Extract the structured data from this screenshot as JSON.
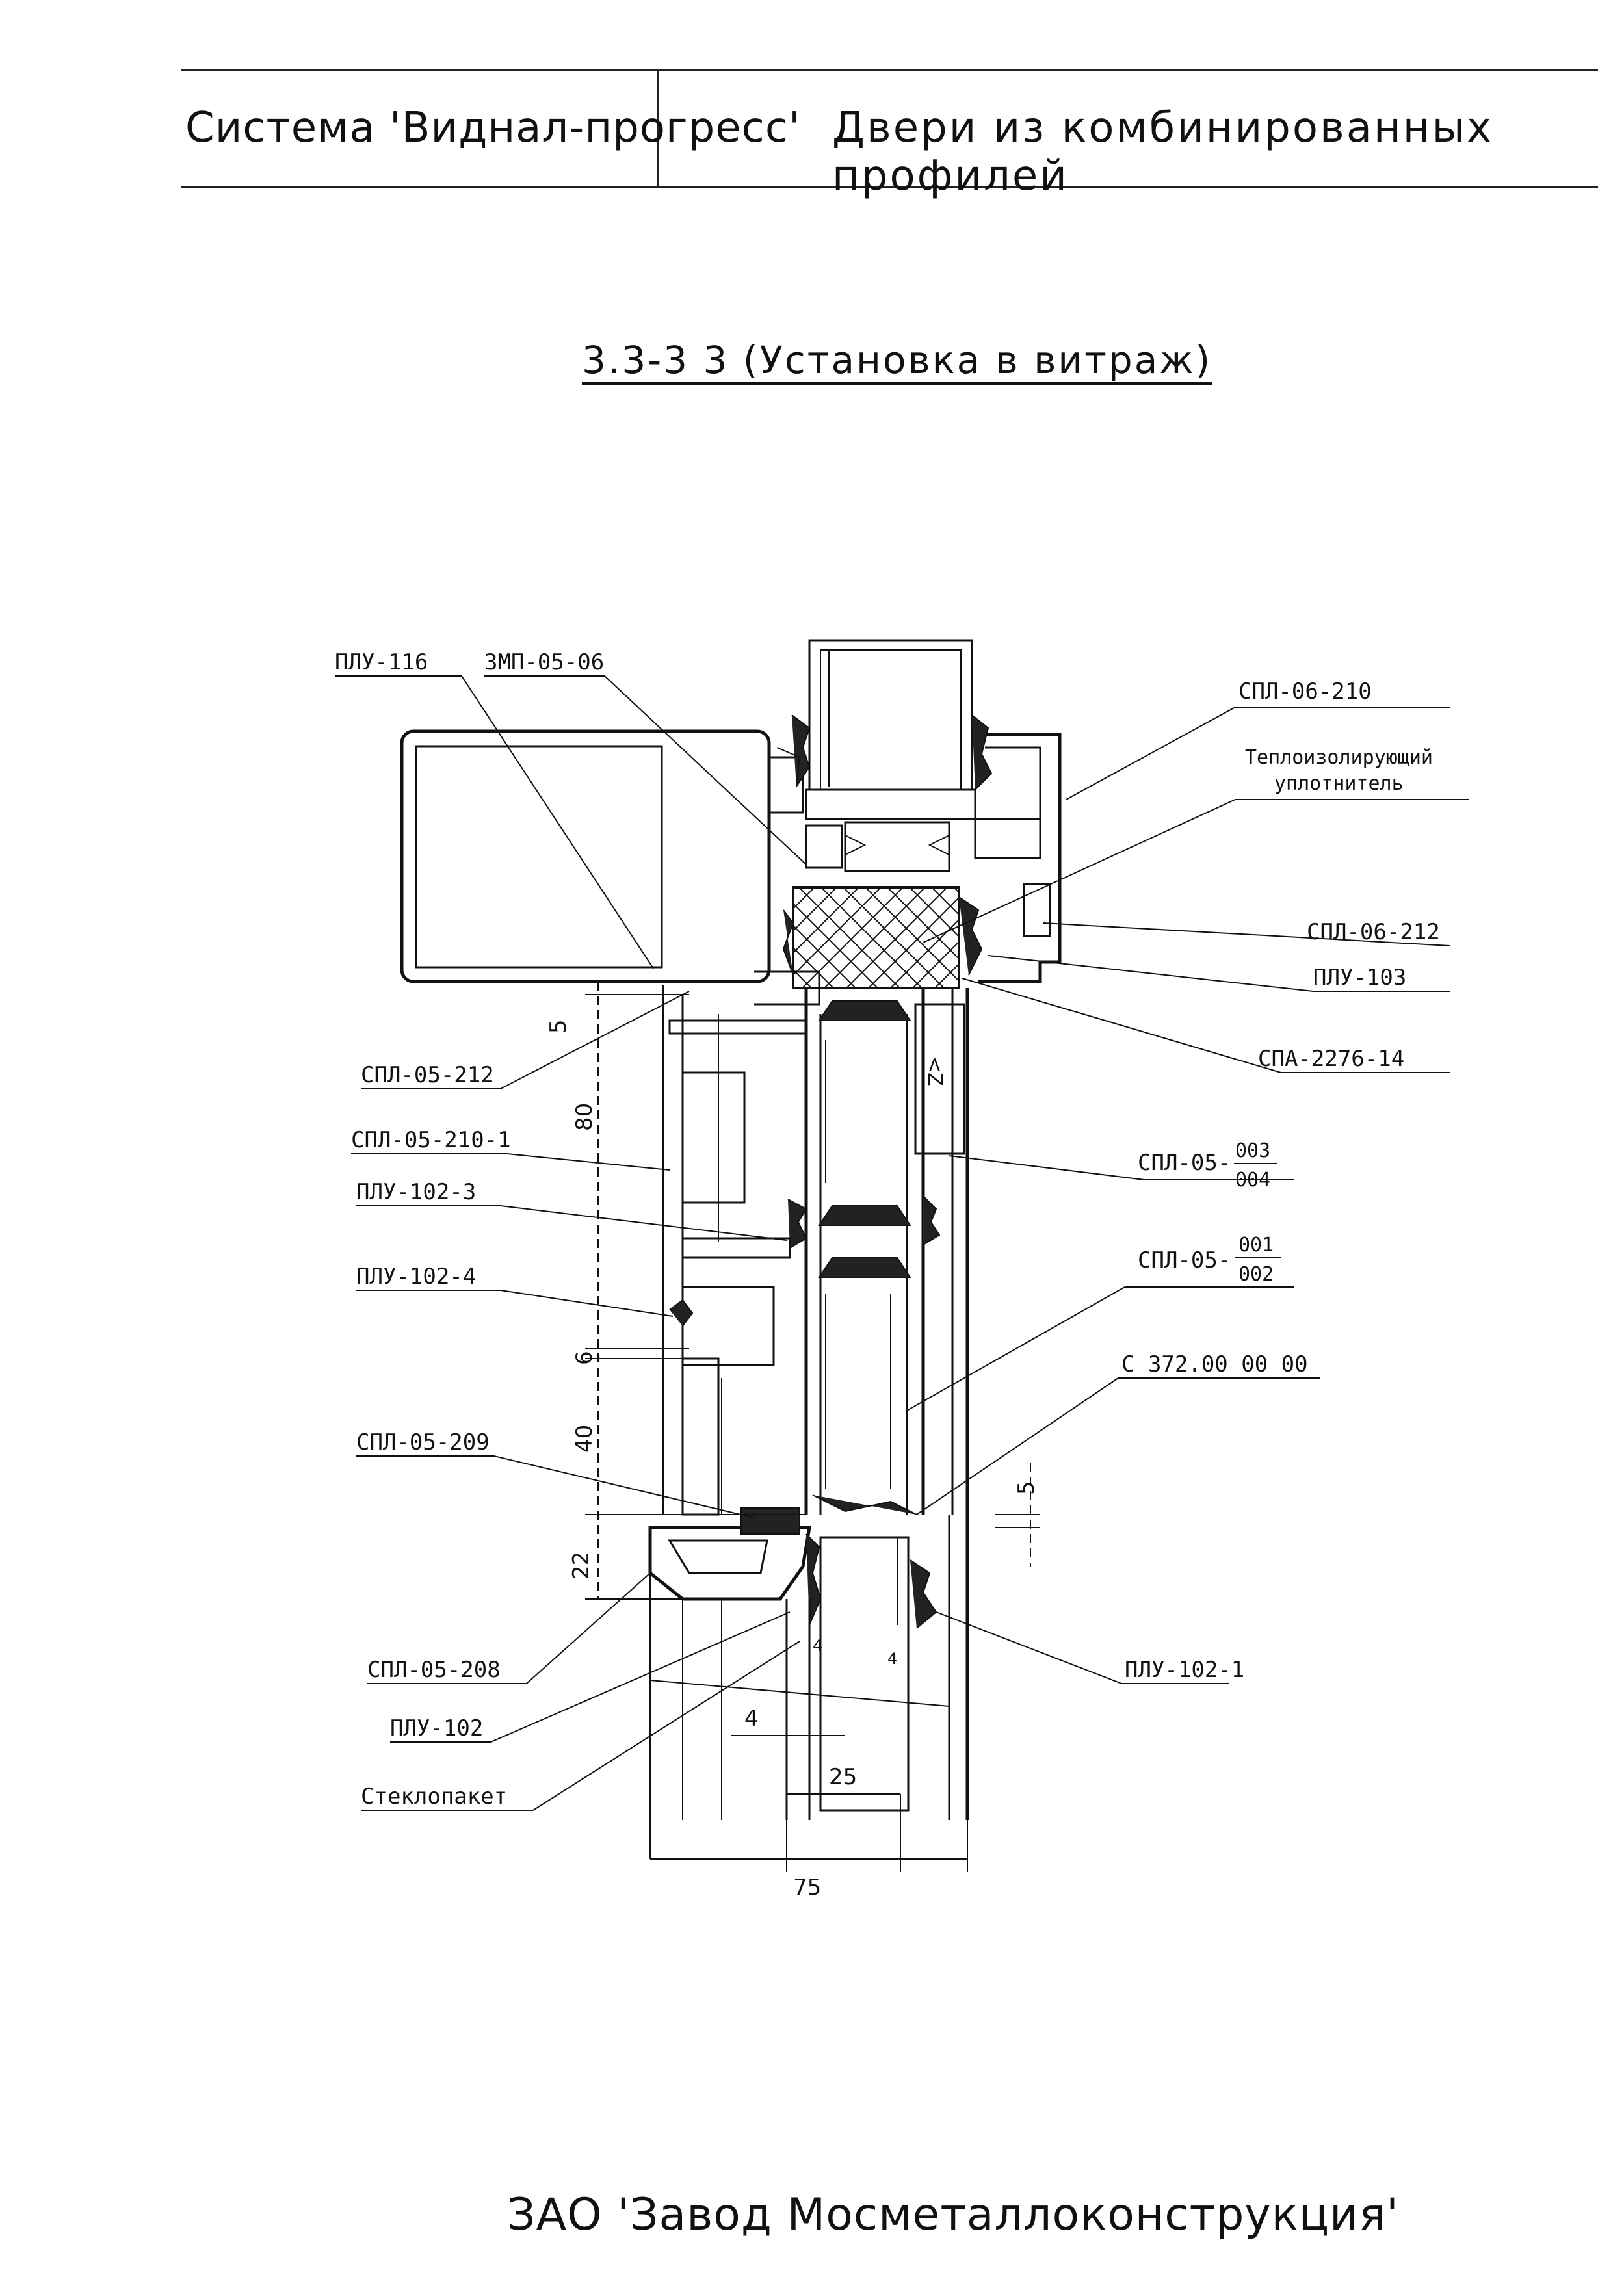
{
  "header": {
    "system_name": "Система 'Виднал-прогресс'",
    "doc_title": "Двери из комбинированных профилей"
  },
  "section_title": "3.3-3 3 (Установка в витраж)",
  "footer": "ЗАО 'Завод Мосметаллоконструкция'",
  "labels": {
    "plu_116": "ПЛУ-116",
    "zmp": "ЗМП-05-06",
    "spl_06_210": "СПЛ-06-210",
    "seal_line1": "Теплоизолирующий",
    "seal_line2": "уплотнитель",
    "spl_06_212": "СПЛ-06-212",
    "plu_103": "ПЛУ-103",
    "spa": "СПА-2276-14",
    "spl_05_212": "СПЛ-05-212",
    "spl_05_210_1": "СПЛ-05-210-1",
    "spl_05_003_prefix": "СПЛ-05-",
    "spl_05_003_num": "003",
    "spl_05_003_den": "004",
    "plu_102_3": "ПЛУ-102-3",
    "spl_05_001_prefix": "СПЛ-05-",
    "spl_05_001_num": "001",
    "spl_05_001_den": "002",
    "plu_102_4": "ПЛУ-102-4",
    "c_372": "С 372.00 00 00",
    "spl_05_209": "СПЛ-05-209",
    "spl_05_208": "СПЛ-05-208",
    "plu_102": "ПЛУ-102",
    "plu_102_1": "ПЛУ-102-1",
    "glass": "Стеклопакет"
  },
  "dimensions": {
    "d5_top": "5",
    "d80": "80",
    "d6": "6",
    "d40": "40",
    "d22": "22",
    "d5_right": "5",
    "d4": "4",
    "d25": "25",
    "d75": "75"
  }
}
